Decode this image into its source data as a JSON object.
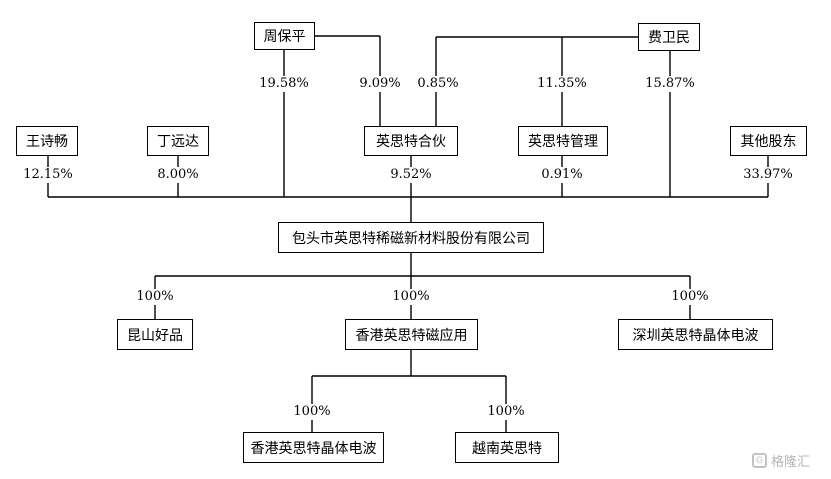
{
  "shareholders": {
    "zhou_baoping": "周保平",
    "fei_weimin": "费卫民",
    "wang_shichang": "王诗畅",
    "ding_yuanda": "丁远达",
    "ysst_partnership": "英思特合伙",
    "ysst_management": "英思特管理",
    "other_shareholders": "其他股东"
  },
  "percentages": {
    "zhou_direct": "19.58%",
    "zhou_partnership": "9.09%",
    "fei_partnership": "0.85%",
    "fei_management": "11.35%",
    "fei_direct": "15.87%",
    "wang": "12.15%",
    "ding": "8.00%",
    "partnership": "9.52%",
    "management": "0.91%",
    "others": "33.97%",
    "sub_kunshan": "100%",
    "sub_hk_magnet": "100%",
    "sub_shenzhen": "100%",
    "sub_hk_crystal": "100%",
    "sub_vietnam": "100%"
  },
  "company": "包头市英思特稀磁新材料股份有限公司",
  "subsidiaries": {
    "kunshan": "昆山好品",
    "hk_magnet": "香港英思特磁应用",
    "shenzhen": "深圳英思特晶体电波",
    "hk_crystal": "香港英思特晶体电波",
    "vietnam": "越南英思特"
  },
  "watermark": {
    "text": "格隆汇",
    "icon": "g-logo-icon"
  }
}
